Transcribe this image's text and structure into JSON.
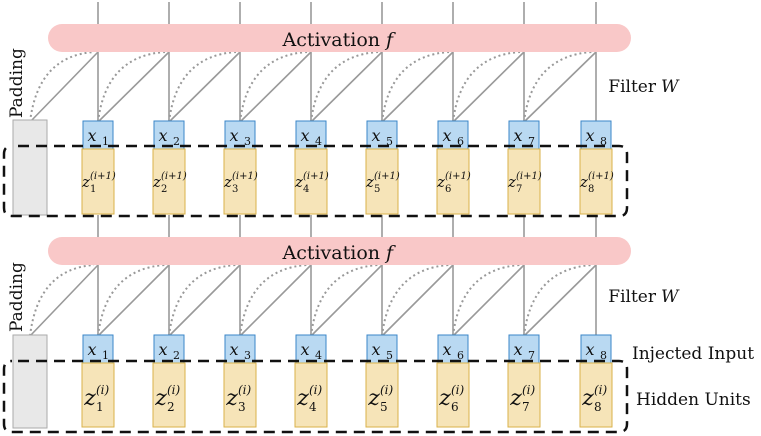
{
  "labels": {
    "activation": "Activation",
    "activation_fn": "f",
    "filter": "Filter",
    "filter_sym": "W",
    "padding": "Padding",
    "injected_input": "Injected Input",
    "hidden_units": "Hidden Units"
  },
  "inputs": [
    "x",
    "x",
    "x",
    "x",
    "x",
    "x",
    "x",
    "x"
  ],
  "input_subs": [
    "1",
    "2",
    "3",
    "4",
    "5",
    "6",
    "7",
    "8"
  ],
  "top_hidden": {
    "base": "z",
    "subs": [
      "1",
      "2",
      "3",
      "4",
      "5",
      "6",
      "7",
      "8"
    ],
    "sup": "(i+1)"
  },
  "bottom_hidden": {
    "base": "z",
    "subs": [
      "1",
      "2",
      "3",
      "4",
      "5",
      "6",
      "7",
      "8"
    ],
    "sup": "(i)"
  },
  "colors": {
    "activation_fill": "#f9c8c8",
    "input_fill": "#b9d9f2",
    "input_stroke": "#3a86c8",
    "hidden_fill": "#f6e4b8",
    "hidden_stroke": "#d9b24a",
    "padding_fill": "#e8e8e8",
    "padding_stroke": "#aaaaaa",
    "line": "#999999"
  }
}
